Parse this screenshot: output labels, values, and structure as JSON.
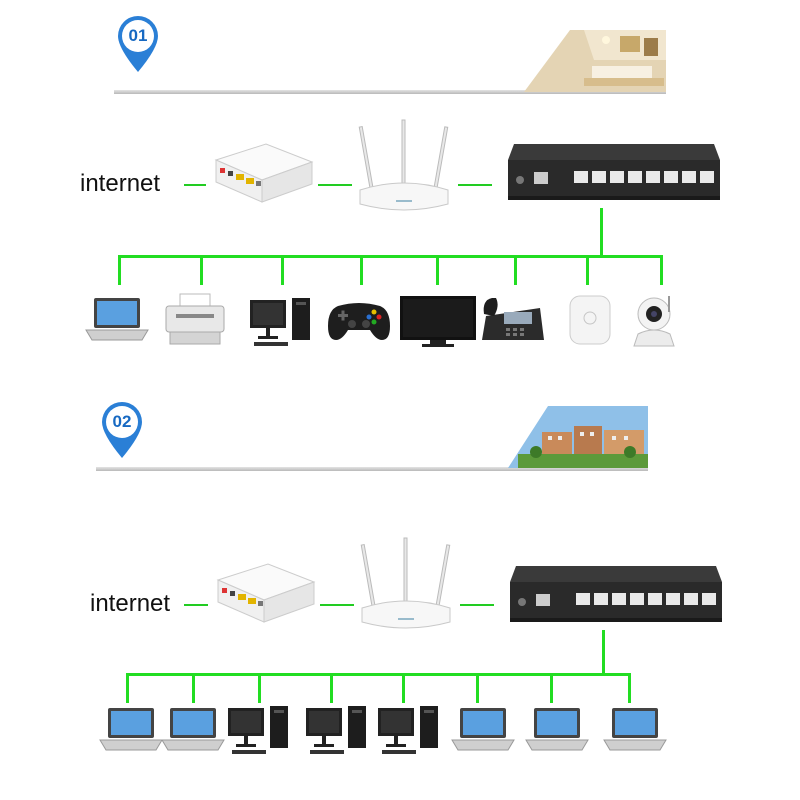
{
  "sections": [
    {
      "badge": "01",
      "label": "internet",
      "photo": "home-interior",
      "devices": [
        "laptop-icon",
        "printer-icon",
        "desktop-pc-icon",
        "gamepad-icon",
        "tv-icon",
        "ip-phone-icon",
        "access-point-icon",
        "ip-camera-icon"
      ]
    },
    {
      "badge": "02",
      "label": "internet",
      "photo": "campus-buildings",
      "devices": [
        "laptop-icon",
        "laptop-icon",
        "desktop-pc-icon",
        "desktop-pc-icon",
        "desktop-pc-icon",
        "laptop-icon",
        "laptop-icon",
        "laptop-icon"
      ]
    }
  ],
  "colors": {
    "wire": "#22dd22",
    "badge": "#1769c2",
    "switch": "#2d2d2d"
  }
}
